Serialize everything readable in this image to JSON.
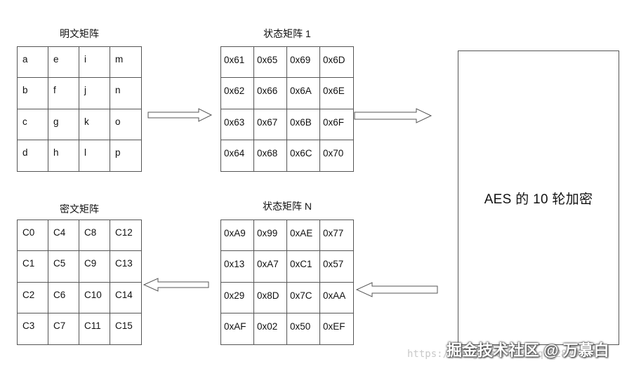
{
  "plaintext": {
    "title": "明文矩阵",
    "cells": [
      [
        "a",
        "e",
        "i",
        "m"
      ],
      [
        "b",
        "f",
        "j",
        "n"
      ],
      [
        "c",
        "g",
        "k",
        "o"
      ],
      [
        "d",
        "h",
        "l",
        "p"
      ]
    ]
  },
  "state1": {
    "title": "状态矩阵 1",
    "cells": [
      [
        "0x61",
        "0x65",
        "0x69",
        "0x6D"
      ],
      [
        "0x62",
        "0x66",
        "0x6A",
        "0x6E"
      ],
      [
        "0x63",
        "0x67",
        "0x6B",
        "0x6F"
      ],
      [
        "0x64",
        "0x68",
        "0x6C",
        "0x70"
      ]
    ]
  },
  "aes_box": {
    "label": "AES 的 10 轮加密"
  },
  "stateN": {
    "title": "状态矩阵 N",
    "cells": [
      [
        "0xA9",
        "0x99",
        "0xAE",
        "0x77"
      ],
      [
        "0x13",
        "0xA7",
        "0xC1",
        "0x57"
      ],
      [
        "0x29",
        "0x8D",
        "0x7C",
        "0xAA"
      ],
      [
        "0xAF",
        "0x02",
        "0x50",
        "0xEF"
      ]
    ]
  },
  "ciphertext": {
    "title": "密文矩阵",
    "cells": [
      [
        "C0",
        "C4",
        "C8",
        "C12"
      ],
      [
        "C1",
        "C5",
        "C9",
        "C13"
      ],
      [
        "C2",
        "C6",
        "C10",
        "C14"
      ],
      [
        "C3",
        "C7",
        "C11",
        "C15"
      ]
    ]
  },
  "watermark": {
    "url": "https://blog.csdn.net/qq_28205153",
    "brand": "掘金技术社区 @ 万慕白"
  }
}
